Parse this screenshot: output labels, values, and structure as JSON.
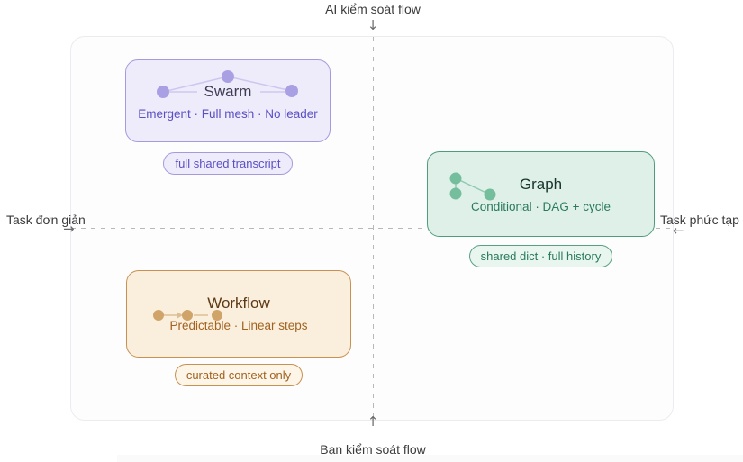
{
  "axes": {
    "top_label": "AI kiểm soát flow",
    "bottom_label": "Bạn kiểm soát flow",
    "left_label": "Task đơn giản",
    "right_label": "Task phức tạp",
    "top_arrow": "↓",
    "bottom_arrow": "↑",
    "left_arrow": "→",
    "right_arrow": "←"
  },
  "nodes": {
    "swarm": {
      "title": "Swarm",
      "subtitle": "Emergent · Full mesh · No leader",
      "badge": "full shared transcript",
      "accent": "#5a50c4",
      "fill": "#eeebfb",
      "border": "#a59bdc"
    },
    "graph": {
      "title": "Graph",
      "subtitle": "Conditional · DAG + cycle",
      "badge": "shared dict · full history",
      "accent": "#2a7a5e",
      "fill": "#dff0e8",
      "border": "#4f9c7d"
    },
    "workflow": {
      "title": "Workflow",
      "subtitle": "Predictable · Linear steps",
      "badge": "curated context only",
      "accent": "#a2631f",
      "fill": "#faeedd",
      "border": "#c9914f"
    }
  }
}
